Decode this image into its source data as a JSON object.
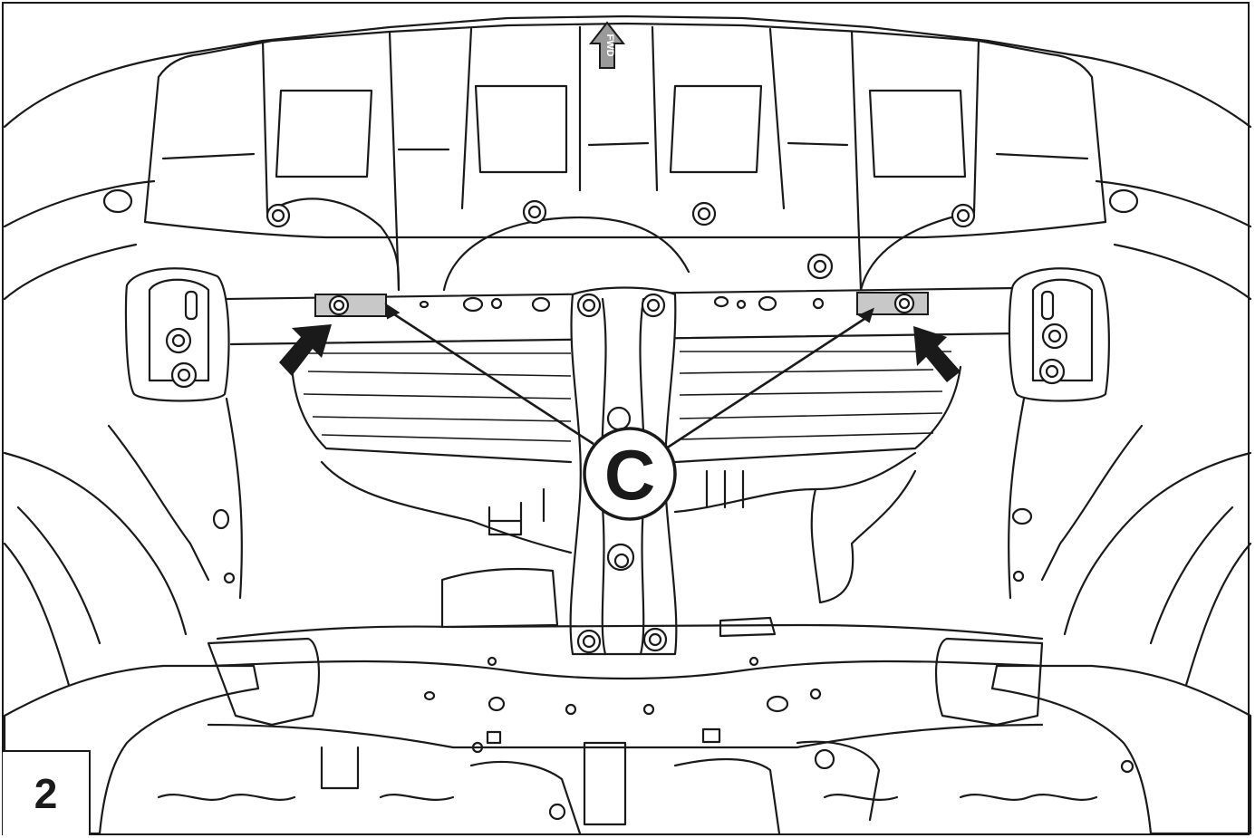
{
  "figure": {
    "step_number": "2",
    "callout_label": "C",
    "direction_label": "FWD",
    "highlight_color": "#c8c8c8",
    "line_color": "#1a1a1a"
  }
}
